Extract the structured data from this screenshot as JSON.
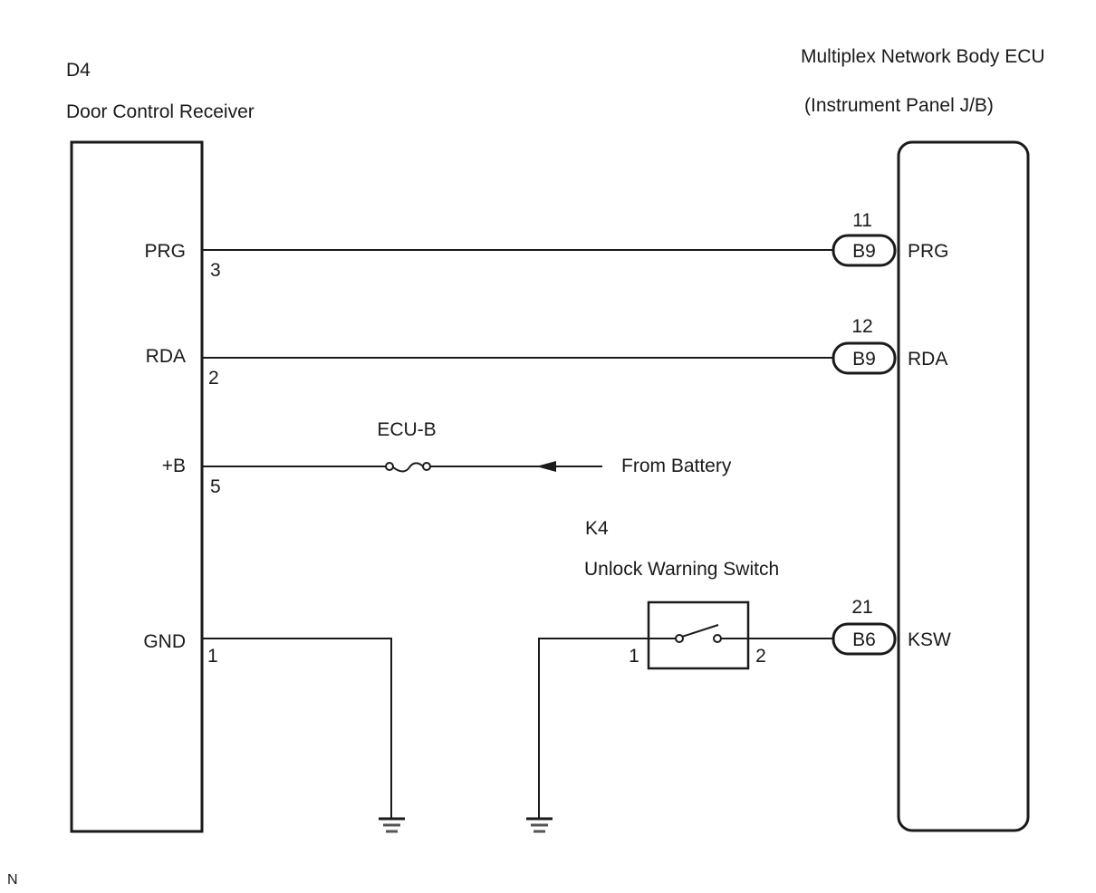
{
  "components": {
    "door_control_receiver": {
      "code": "D4",
      "name": "Door Control Receiver",
      "pins": [
        {
          "label": "PRG",
          "number": "3"
        },
        {
          "label": "RDA",
          "number": "2"
        },
        {
          "label": "+B",
          "number": "5"
        },
        {
          "label": "GND",
          "number": "1"
        }
      ]
    },
    "body_ecu": {
      "name": "Multiplex Network Body ECU",
      "subtitle": "(Instrument Panel J/B)",
      "pins": [
        {
          "label": "PRG",
          "connector": "B9",
          "number": "11"
        },
        {
          "label": "RDA",
          "connector": "B9",
          "number": "12"
        },
        {
          "label": "KSW",
          "connector": "B6",
          "number": "21"
        }
      ]
    },
    "fuse": {
      "name": "ECU-B",
      "source_label": "From Battery"
    },
    "unlock_switch": {
      "code": "K4",
      "name": "Unlock Warning Switch",
      "pin_left": "1",
      "pin_right": "2"
    }
  },
  "footer": {
    "mark": "N"
  }
}
